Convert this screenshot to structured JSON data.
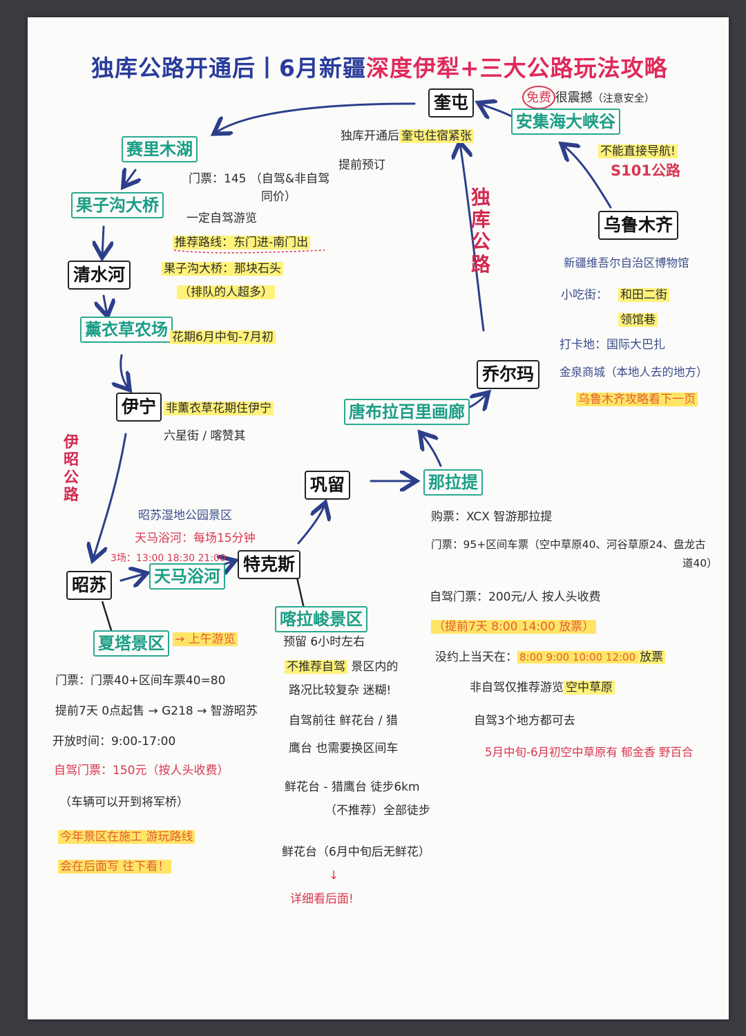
{
  "title": {
    "part1": "独库公路开通后丨6月新疆",
    "part2": "深度伊犁",
    "part3": "+三大公路玩法攻略"
  },
  "nodes": {
    "kuitun": "奎屯",
    "anjihai": "安集海大峡谷",
    "urumqi": "乌鲁木齐",
    "sailimu": "赛里木湖",
    "guozigou": "果子沟大桥",
    "qingshuihe": "清水河",
    "xunyicao": "薰衣草农场",
    "yining": "伊宁",
    "zhaosu": "昭苏",
    "tianmayu": "天马浴河",
    "tekesi": "特克斯",
    "xiata": "夏塔景区",
    "gongliu": "巩留",
    "kalajun": "喀拉峻景区",
    "nalati": "那拉提",
    "tangbula": "唐布拉百里画廊",
    "qiaoerma": "乔尔玛"
  },
  "routes": {
    "duku": "独库公路",
    "yizhao": "伊昭公路"
  },
  "notes": {
    "anjihai_free": "免费",
    "anjihai_shock": "很震撼",
    "anjihai_safety": "（注意安全）",
    "s101_nav": "不能直接导航!",
    "s101": "S101公路",
    "kuitun_hotel_pre": "独库开通后",
    "kuitun_hotel_hl": "奎屯住宿紧张",
    "kuitun_book": "提前预订",
    "sailimu_ticket": "门票：145 （自驾&非自驾",
    "sailimu_ticket2": "同价）",
    "sailimu_self": "一定自驾游览",
    "sailimu_route": "推荐路线：东门进-南门出",
    "guozigou_stone": "果子沟大桥：那块石头",
    "guozigou_queue": "（排队的人超多）",
    "xunyicao_flower": "花期6月中旬-7月初",
    "yining_stay": "非薰衣草花期住伊宁",
    "yining_street": "六星街 / 喀赞其",
    "zhaosu_wetland": "昭苏湿地公园景区",
    "tianma_each": "天马浴河：每场15分钟",
    "tianma_times": "3场：13:00  18:30  21:00",
    "xiata_morning": "→ 上午游览",
    "xiata_ticket": "门票：门票40+区间车票40=80",
    "xiata_book": "提前7天 0点起售 → G218 → 智游昭苏",
    "xiata_open": "开放时间：9:00-17:00",
    "xiata_self": "自驾门票：150元（按人头收费）",
    "xiata_bridge": "（车辆可以开到将军桥）",
    "xiata_construct": "今年景区在施工 游玩路线",
    "xiata_later": "会在后面写 往下看！",
    "kalajun_time": "预留 6小时左右",
    "kalajun_noself_hl": "不推荐自驾",
    "kalajun_noself": "景区内的",
    "kalajun_road": "路况比较复杂 迷糊!",
    "kalajun_self1": "自驾前往 鲜花台 / 猎",
    "kalajun_self2": "鹰台 也需要换区间车",
    "kalajun_walk1": "鲜花台 - 猎鹰台 徒步6km",
    "kalajun_walk2": "（不推荐）全部徒步",
    "kalajun_flower": "鲜花台（6月中旬后无鲜花）",
    "kalajun_down": "↓",
    "kalajun_detail": "详细看后面!",
    "nalati_buy": "购票：XCX 智游那拉提",
    "nalati_ticket": "门票：95+区间车票（空中草原40、河谷草原24、盘龙古",
    "nalati_ticket2": "道40）",
    "nalati_self": "自驾门票：200元/人  按人头收费",
    "nalati_advance": "（提前7天  8:00   14:00 放票）",
    "nalati_sameday_pre": "没约上当天在：",
    "nalati_sameday_hl": "8:00   9:00   10:00   12:00",
    "nalati_sameday_post": "放票",
    "nalati_nonself_pre": "非自驾仅推荐游览",
    "nalati_nonself_hl": "空中草原",
    "nalati_self3": "自驾3个地方都可去",
    "nalati_flowers": "5月中旬-6月初空中草原有 郁金香 野百合",
    "urumqi_museum": "新疆维吾尔自治区博物馆",
    "urumqi_snack": "小吃街：",
    "urumqi_snack1": "和田二街",
    "urumqi_snack2": "领馆巷",
    "urumqi_checkin": "打卡地：国际大巴扎",
    "urumqi_local": "金泉商城（本地人去的地方）",
    "urumqi_more": "乌鲁木齐攻略看下一页"
  },
  "colors": {
    "title_blue": "#2a3c9a",
    "title_red": "#e02a5a",
    "teal": "#1a9d85",
    "highlight": "#fff27a",
    "red_text": "#d9364f"
  }
}
